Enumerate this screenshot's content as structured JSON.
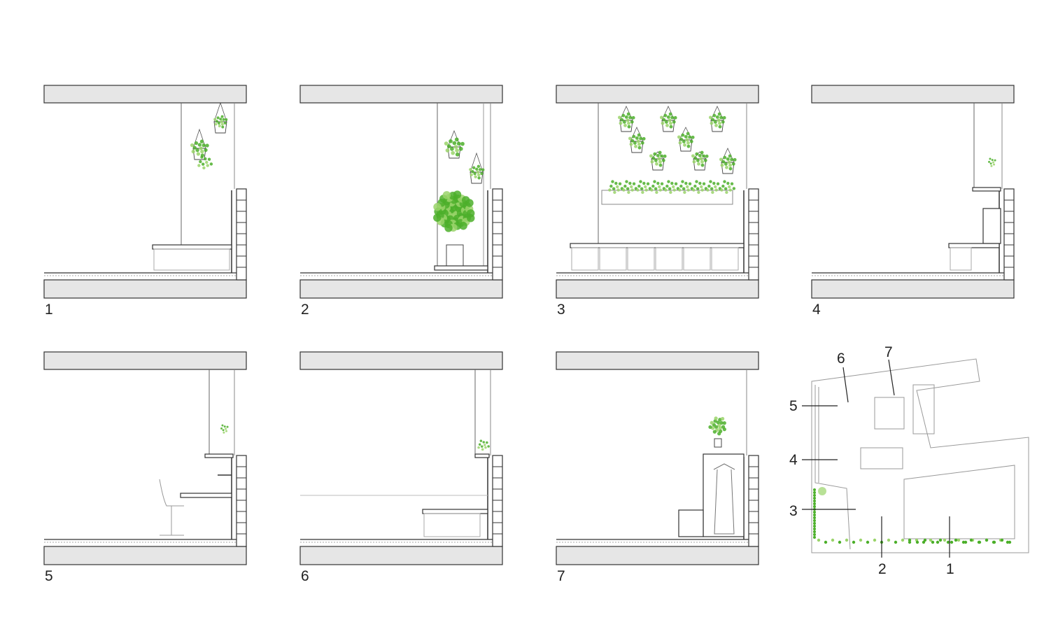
{
  "sections": [
    {
      "label": "1",
      "type": "bench-hanging"
    },
    {
      "label": "2",
      "type": "tall-plant"
    },
    {
      "label": "3",
      "type": "planters"
    },
    {
      "label": "4",
      "type": "shelf"
    },
    {
      "label": "5",
      "type": "desk"
    },
    {
      "label": "6",
      "type": "bonsai-bench"
    },
    {
      "label": "7",
      "type": "wardrobe"
    }
  ],
  "plan": {
    "markers": [
      "1",
      "2",
      "3",
      "4",
      "5",
      "6",
      "7"
    ]
  },
  "colors": {
    "slab": "#e6e6e6",
    "line": "#333333",
    "plant": "#4caf2a",
    "plant_light": "#9ad46a"
  }
}
